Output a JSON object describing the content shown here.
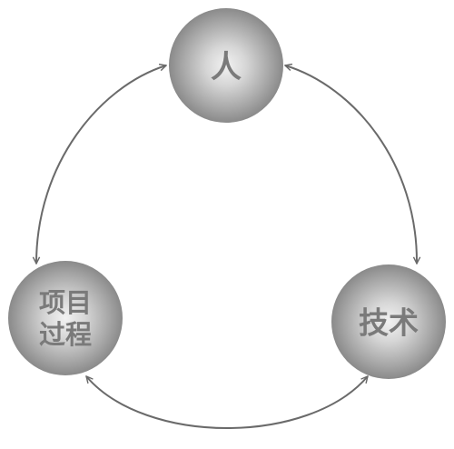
{
  "nodes": {
    "top": {
      "label": "人"
    },
    "right": {
      "label": "技术"
    },
    "left": {
      "label_line1": "项目",
      "label_line2": "过程"
    }
  },
  "colors": {
    "sphere_center": "#f0f0f0",
    "sphere_edge": "#8a8a8a",
    "label": "#7a7a7a",
    "connector": "#6a6a6a"
  }
}
